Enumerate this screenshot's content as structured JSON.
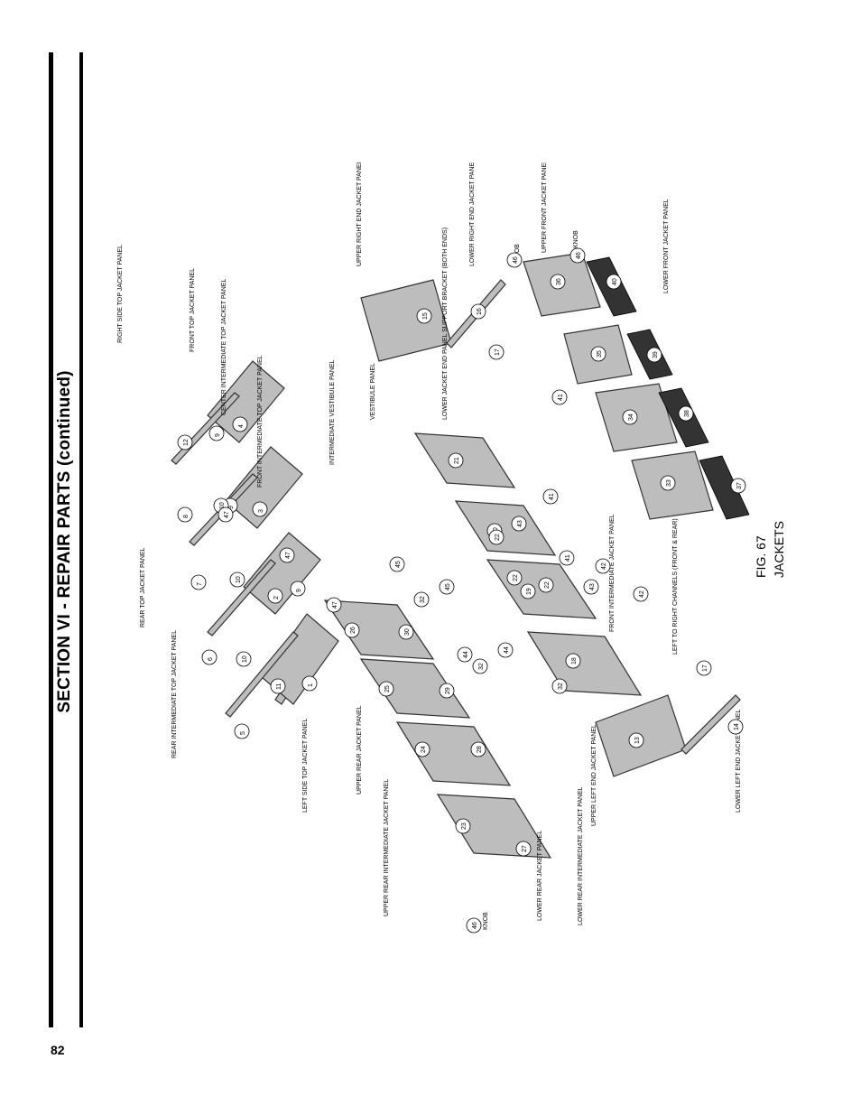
{
  "header": {
    "section_title": "SECTION VI - REPAIR PARTS (continued)"
  },
  "footer": {
    "page_number": "82"
  },
  "figure": {
    "caption_number": "FIG. 67",
    "caption_title": "JACKETS",
    "callouts": [
      {
        "text": "LEFT SIDE TOP JACKET PANEL"
      },
      {
        "text": "REAR INTERMEDIATE TOP JACKET PANEL"
      },
      {
        "text": "REAR TOP JACKET PANEL"
      },
      {
        "text": "FRONT INTERMEDIATE TOP JACKET PANEL"
      },
      {
        "text": "CENTER INTERMEDIATE TOP JACKET PANEL"
      },
      {
        "text": "FRONT TOP JACKET PANEL"
      },
      {
        "text": "RIGHT SIDE TOP JACKET PANEL"
      },
      {
        "text": "KNOB"
      },
      {
        "text": "LOWER REAR JACKET PANEL"
      },
      {
        "text": "LOWER REAR INTERMEDIATE JACKET PANEL"
      },
      {
        "text": "UPPER REAR INTERMEDIATE JACKET PANEL"
      },
      {
        "text": "UPPER REAR JACKET PANEL"
      },
      {
        "text": "INTERMEDIATE VESTIBULE PANEL"
      },
      {
        "text": "VESTIBULE PANEL"
      },
      {
        "text": "UPPER RIGHT END JACKET PANEL"
      },
      {
        "text": "LOWER JACKET END PANEL SUPPORT BRACKET (BOTH ENDS)"
      },
      {
        "text": "LOWER RIGHT END JACKET PANEL"
      },
      {
        "text": "FRONT INTERMEDIATE JACKET PANEL"
      },
      {
        "text": "UPPER LEFT END JACKET PANEL"
      },
      {
        "text": "LOWER LEFT END JACKET PANEL"
      },
      {
        "text": "LEFT TO RIGHT CHANNELS (FRONT & REAR)"
      },
      {
        "text": "KNOB"
      },
      {
        "text": "UPPER FRONT JACKET PANEL"
      },
      {
        "text": "KNOB"
      },
      {
        "text": "LOWER FRONT JACKET PANEL"
      }
    ],
    "part_numbers": [
      "1",
      "2",
      "3",
      "4",
      "5",
      "6",
      "7",
      "8",
      "9",
      "9",
      "9",
      "10",
      "10",
      "10",
      "11",
      "12",
      "13",
      "14",
      "15",
      "16",
      "17",
      "17",
      "18",
      "19",
      "20",
      "21",
      "22",
      "22",
      "22",
      "23",
      "24",
      "25",
      "26",
      "27",
      "28",
      "29",
      "30",
      "32",
      "32",
      "32",
      "33",
      "34",
      "35",
      "36",
      "37",
      "38",
      "39",
      "40",
      "41",
      "41",
      "41",
      "42",
      "42",
      "43",
      "43",
      "44",
      "44",
      "45",
      "45",
      "46",
      "46",
      "46",
      "47",
      "47",
      "47"
    ]
  }
}
